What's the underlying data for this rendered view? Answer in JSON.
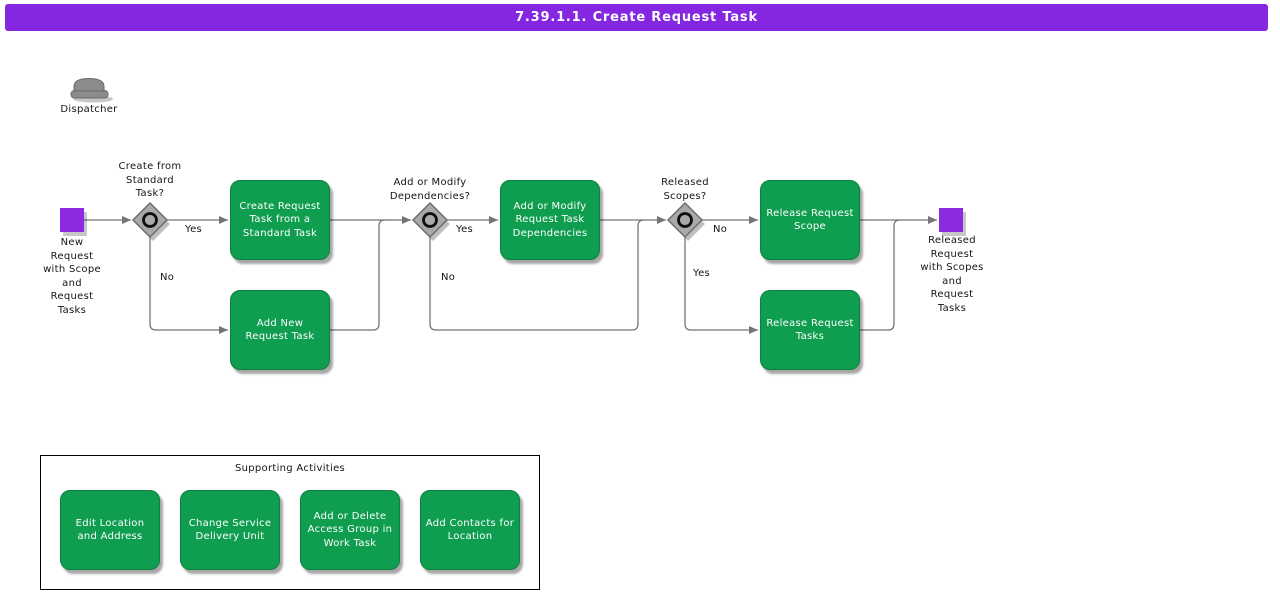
{
  "header": {
    "title": "7.39.1.1. Create Request Task"
  },
  "actor": {
    "label": "Dispatcher"
  },
  "flow": {
    "start": {
      "label": "New\nRequest\nwith Scope\nand\nRequest\nTasks"
    },
    "end": {
      "label": "Released\nRequest\nwith Scopes\nand\nRequest\nTasks"
    },
    "decisions": [
      {
        "question": "Create from\nStandard\nTask?",
        "yes_label": "Yes",
        "no_label": "No"
      },
      {
        "question": "Add or Modify\nDependencies?",
        "yes_label": "Yes",
        "no_label": "No"
      },
      {
        "question": "Released\nScopes?",
        "yes_label": "Yes",
        "no_label": "No"
      }
    ],
    "tasks": [
      {
        "label": "Create Request\nTask from a\nStandard Task"
      },
      {
        "label": "Add New\nRequest Task"
      },
      {
        "label": "Add or Modify\nRequest Task\nDependencies"
      },
      {
        "label": "Release Request\nScope"
      },
      {
        "label": "Release Request\nTasks"
      }
    ]
  },
  "supporting": {
    "title": "Supporting Activities",
    "activities": [
      {
        "label": "Edit Location\nand Address"
      },
      {
        "label": "Change Service\nDelivery Unit"
      },
      {
        "label": "Add or Delete\nAccess Group in\nWork Task"
      },
      {
        "label": "Add Contacts for\nLocation"
      }
    ]
  },
  "colors": {
    "header_bg": "#8527E0",
    "event_node_purple": "#8A2BE2",
    "task_green": "#0F9D4F",
    "connector_gray": "#757575",
    "gateway_gray": "#A9A9A9"
  }
}
